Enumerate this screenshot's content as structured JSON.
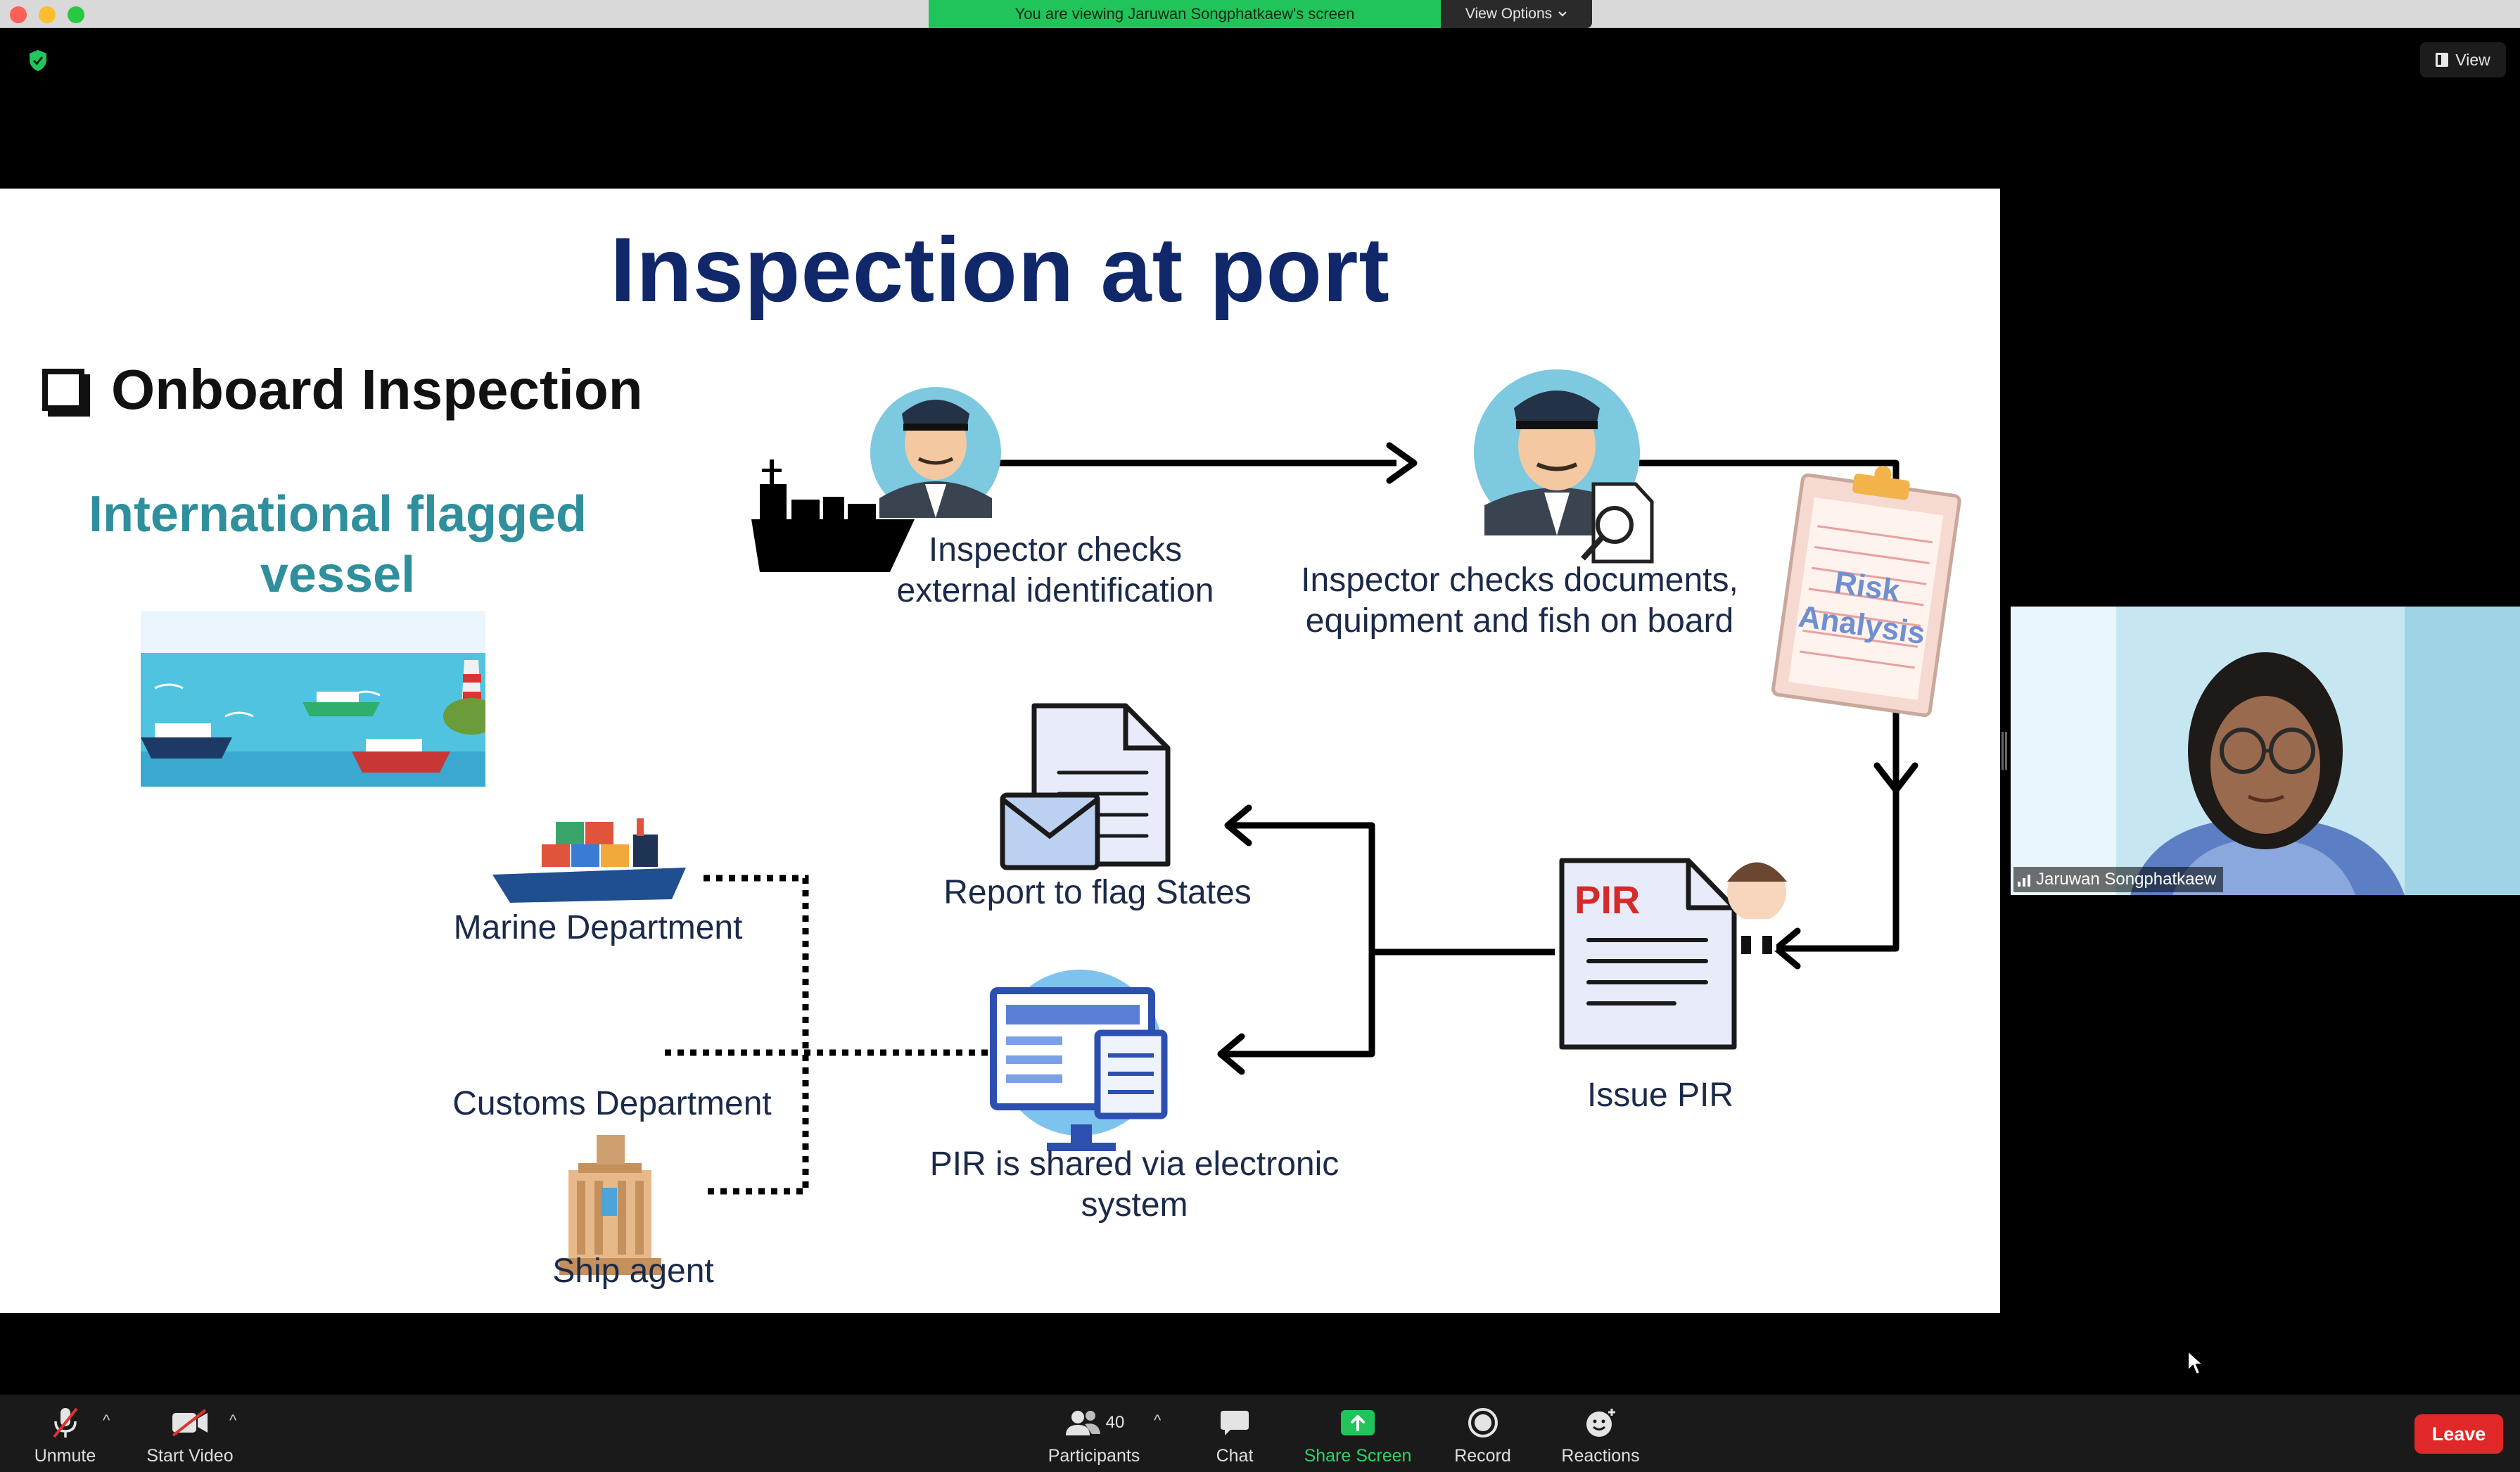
{
  "window": {
    "viewing_banner": "You are viewing Jaruwan Songphatkaew's screen",
    "view_options": "View Options",
    "view_button": "View"
  },
  "slide": {
    "title": "Inspection at port",
    "section": "Onboard Inspection",
    "vessel_title": "International flagged vessel",
    "steps": {
      "external_id": "Inspector checks external identification",
      "documents": "Inspector checks documents, equipment and fish on board",
      "risk": [
        "Risk",
        "Analysis"
      ],
      "issue_pir": "Issue PIR",
      "pir_badge": "PIR",
      "report": "Report to flag States",
      "shared": "PIR is shared via electronic system"
    },
    "recipients": {
      "marine": "Marine Department",
      "customs": "Customs Department",
      "agent": "Ship agent"
    }
  },
  "participant": {
    "name": "Jaruwan Songphatkaew"
  },
  "toolbar": {
    "unmute": "Unmute",
    "start_video": "Start Video",
    "participants": "Participants",
    "participants_count": "40",
    "chat": "Chat",
    "share_screen": "Share Screen",
    "record": "Record",
    "reactions": "Reactions",
    "leave": "Leave"
  },
  "colors": {
    "share_green": "#21c45a",
    "leave_red": "#e02828",
    "title_navy": "#10286a",
    "vessel_teal": "#2f8f9c"
  }
}
